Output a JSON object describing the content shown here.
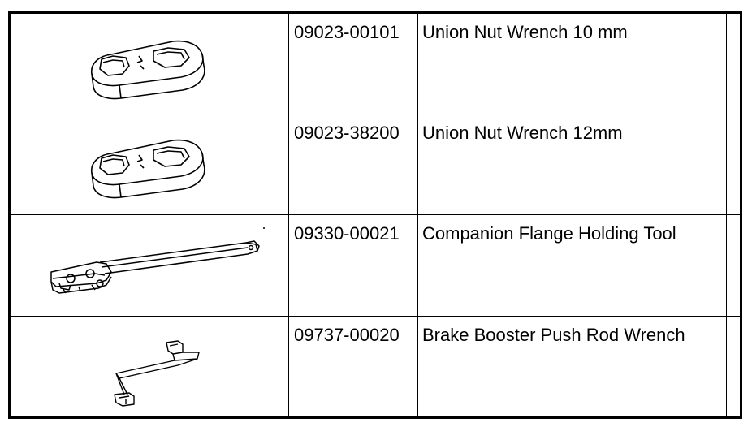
{
  "parts": [
    {
      "part_number": "09023-00101",
      "description": "Union Nut Wrench 10 mm",
      "image": "union-nut-wrench-icon"
    },
    {
      "part_number": "09023-38200",
      "description": "Union Nut Wrench 12mm",
      "image": "union-nut-wrench-icon"
    },
    {
      "part_number": "09330-00021",
      "description": "Companion Flange Holding Tool",
      "image": "flange-holding-tool-icon"
    },
    {
      "part_number": "09737-00020",
      "description": "Brake Booster Push Rod Wrench",
      "image": "push-rod-wrench-icon"
    }
  ]
}
